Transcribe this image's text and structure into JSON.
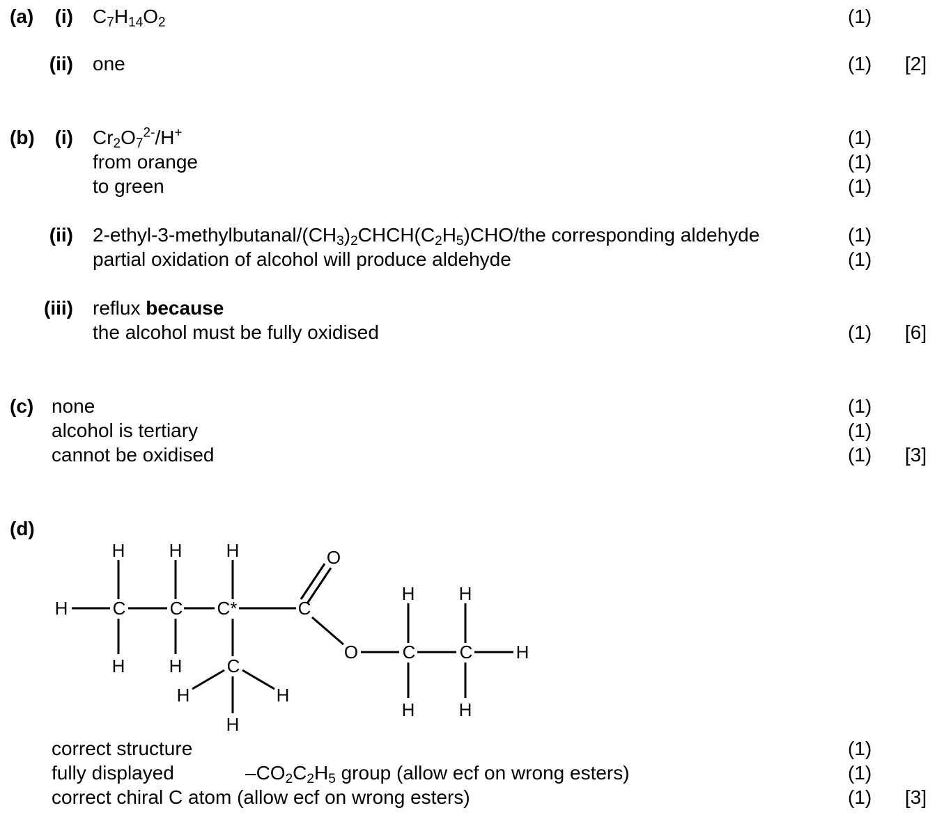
{
  "a": {
    "label": "(a)",
    "i": {
      "label": "(i)",
      "formula": {
        "c": "C",
        "c_sub": "7",
        "h": "H",
        "h_sub": "14",
        "o": "O",
        "o_sub": "2"
      },
      "mark": "(1)"
    },
    "ii": {
      "label": "(ii)",
      "text": "one",
      "mark": "(1)",
      "total": "[2]"
    }
  },
  "b": {
    "label": "(b)",
    "i": {
      "label": "(i)",
      "reagent": {
        "cr": "Cr",
        "cr_sub": "2",
        "o": "O",
        "o_sub": "7",
        "o_sup": "2-",
        "sep": "/H",
        "h_sup": "+"
      },
      "lines": [
        "from orange",
        "to green"
      ],
      "marks": [
        "(1)",
        "(1)",
        "(1)"
      ]
    },
    "ii": {
      "label": "(ii)",
      "line1": {
        "p1": "2-ethyl-3-methylbutanal/(CH",
        "s1": "3",
        "p2": ")",
        "s2": "2",
        "p3": "CHCH(C",
        "s3": "2",
        "p4": "H",
        "s4": "5",
        "p5": ")CHO/the corresponding aldehyde"
      },
      "line2": "partial oxidation of alcohol will produce aldehyde",
      "marks": [
        "(1)",
        "(1)"
      ]
    },
    "iii": {
      "label": "(iii)",
      "line1_plain": "reflux ",
      "line1_bold": "because",
      "line2": "the alcohol must be fully oxidised",
      "mark": "(1)",
      "total": "[6]"
    }
  },
  "c": {
    "label": "(c)",
    "lines": [
      "none",
      "alcohol is tertiary",
      "cannot be oxidised"
    ],
    "marks": [
      "(1)",
      "(1)",
      "(1)"
    ],
    "total": "[3]"
  },
  "d": {
    "label": "(d)",
    "atoms": {
      "H": "H",
      "C": "C",
      "C_chiral": "C*",
      "O": "O"
    },
    "lines": {
      "structure": "correct structure",
      "displayed": "fully displayed",
      "group": {
        "p1": "–CO",
        "s1": "2",
        "p2": "C",
        "s2": "2",
        "p3": "H",
        "s3": "5",
        "p4": " group (allow ecf on wrong esters)"
      },
      "chiral": "correct chiral C atom (allow ecf on wrong esters)"
    },
    "marks": [
      "(1)",
      "(1)",
      "(1)"
    ],
    "total": "[3]"
  }
}
